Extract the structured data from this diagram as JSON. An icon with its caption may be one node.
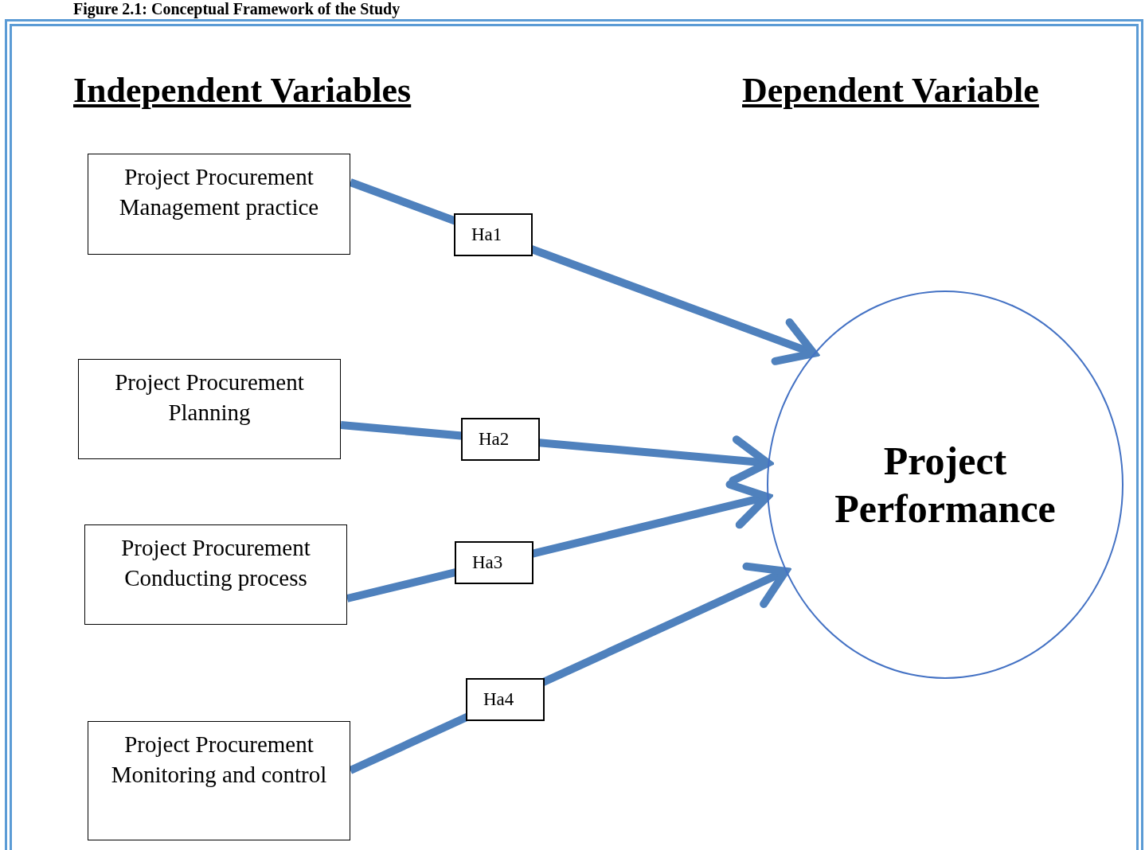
{
  "diagram": {
    "title": "Figure 2.1: Conceptual Framework of the Study",
    "nodes": [
      {
        "text": [
          "Project Procurement Management practice"
        ]
      },
      {
        "text": [
          "Project Procurement Planning"
        ]
      },
      {
        "text": [
          "Project Procurement Conducting process"
        ]
      },
      {
        "text": [
          "Project Procurement Monitoring and control"
        ]
      },
      {
        "text": [
          "Project Performance"
        ]
      }
    ],
    "edges": [
      {
        "from": 0,
        "to": 4,
        "arrow": "to",
        "label": "Ha1"
      },
      {
        "from": 1,
        "to": 4,
        "arrow": "to",
        "label": "Ha2"
      },
      {
        "from": 2,
        "to": 4,
        "arrow": "to",
        "label": "Ha3"
      },
      {
        "from": 3,
        "to": 4,
        "arrow": "to",
        "label": "Ha4"
      }
    ],
    "labels": [
      "Independent Variables",
      "Dependent Variable"
    ]
  }
}
